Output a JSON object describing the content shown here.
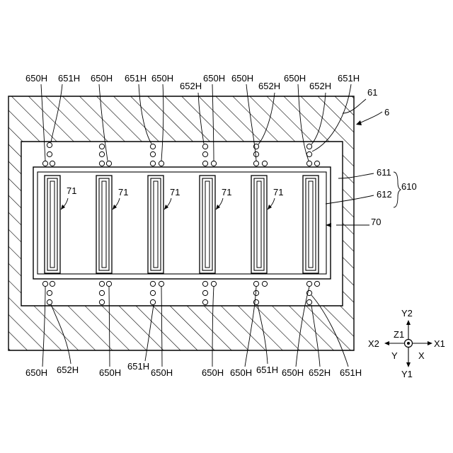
{
  "figure": {
    "device_label": "6",
    "labels": {
      "frame": "61",
      "inner_face": "611",
      "cavity_face": "612",
      "recess_group": "610",
      "plate": "70",
      "slot": "71",
      "hole_650": "650H",
      "hole_651": "651H",
      "hole_652": "652H"
    },
    "slot_count": 6,
    "axes": {
      "y2": "Y2",
      "y1": "Y1",
      "x1": "X1",
      "x2": "X2",
      "z1": "Z1",
      "x": "X",
      "y": "Y"
    }
  }
}
